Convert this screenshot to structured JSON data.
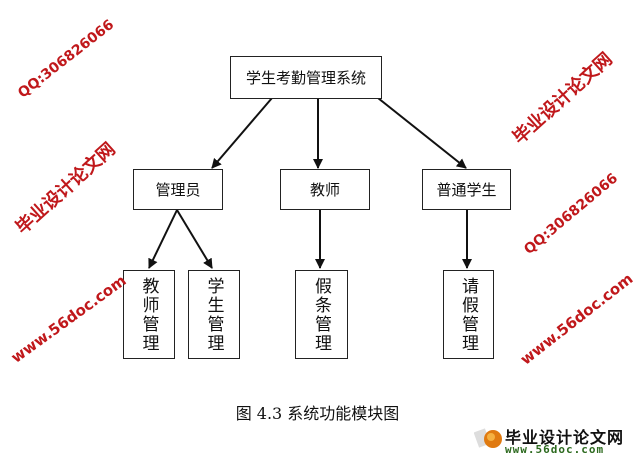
{
  "diagram": {
    "root": "学生考勤管理系统",
    "roles": [
      "管理员",
      "教师",
      "普通学生"
    ],
    "functions": {
      "admin": [
        "教师管理",
        "学生管理"
      ],
      "teacher": [
        "假条管理"
      ],
      "student": [
        "请假管理"
      ]
    },
    "caption": "图 4.3 系统功能模块图"
  },
  "watermark": {
    "site_name": "毕业设计论文网",
    "url": "www.56doc.com",
    "qq": "QQ:306826066",
    "color": "#c0181b"
  },
  "logo": {
    "title": "毕业设计论文网",
    "url": "www.56doc.com"
  }
}
